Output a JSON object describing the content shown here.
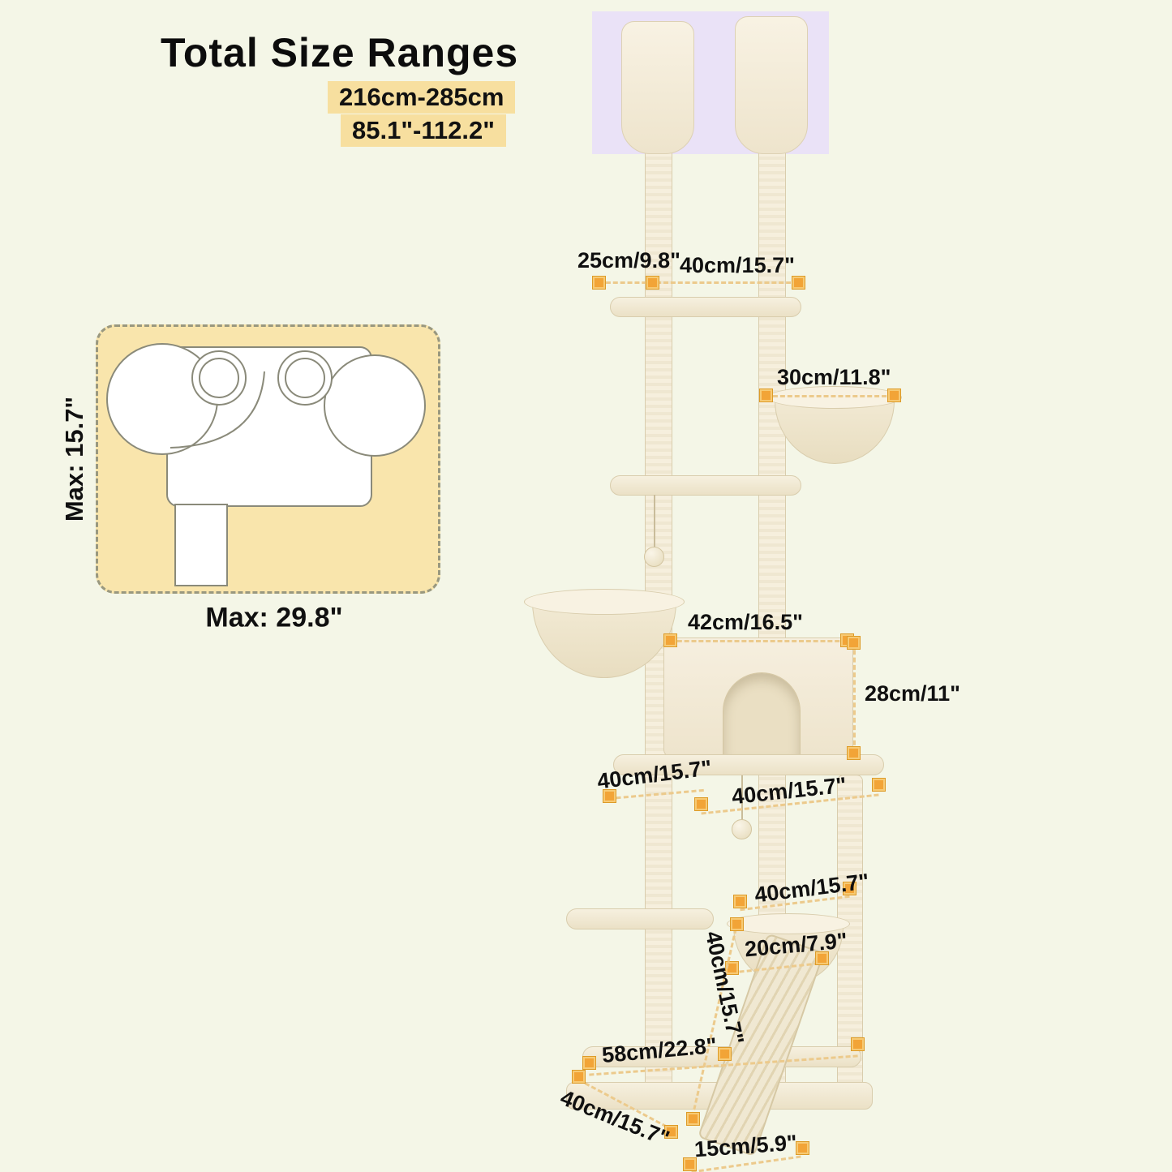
{
  "title": "Total Size Ranges",
  "size_range": {
    "cm": "216cm-285cm",
    "inches": "85.1\"-112.2\""
  },
  "footprint": {
    "max_depth": "Max: 15.7\"",
    "max_width": "Max: 29.8\""
  },
  "dims": [
    {
      "id": "top-shelf-depth",
      "label": "25cm/9.8\""
    },
    {
      "id": "top-shelf-width",
      "label": "40cm/15.7\""
    },
    {
      "id": "upper-hammock-width",
      "label": "30cm/11.8\""
    },
    {
      "id": "condo-width",
      "label": "42cm/16.5\""
    },
    {
      "id": "condo-height",
      "label": "28cm/11\""
    },
    {
      "id": "condo-shelf-depth",
      "label": "40cm/15.7\""
    },
    {
      "id": "condo-shelf-width",
      "label": "40cm/15.7\""
    },
    {
      "id": "lower-hammock-width",
      "label": "40cm/15.7\""
    },
    {
      "id": "lower-hammock-depth",
      "label": "20cm/7.9\""
    },
    {
      "id": "ramp-length",
      "label": "40cm/15.7\""
    },
    {
      "id": "base-width",
      "label": "58cm/22.8\""
    },
    {
      "id": "base-depth",
      "label": "40cm/15.7\""
    },
    {
      "id": "ramp-width",
      "label": "15cm/5.9\""
    }
  ],
  "colors": {
    "background": "#f4f6e7",
    "label_highlight": "#f7df9f",
    "ceiling_highlight": "#eae2f7",
    "plush": "#f4eedc",
    "marker_orange": "#f2a437",
    "dash_tan": "#ecca8c",
    "footprint_bg": "#f9e5ac",
    "text": "#101010"
  }
}
